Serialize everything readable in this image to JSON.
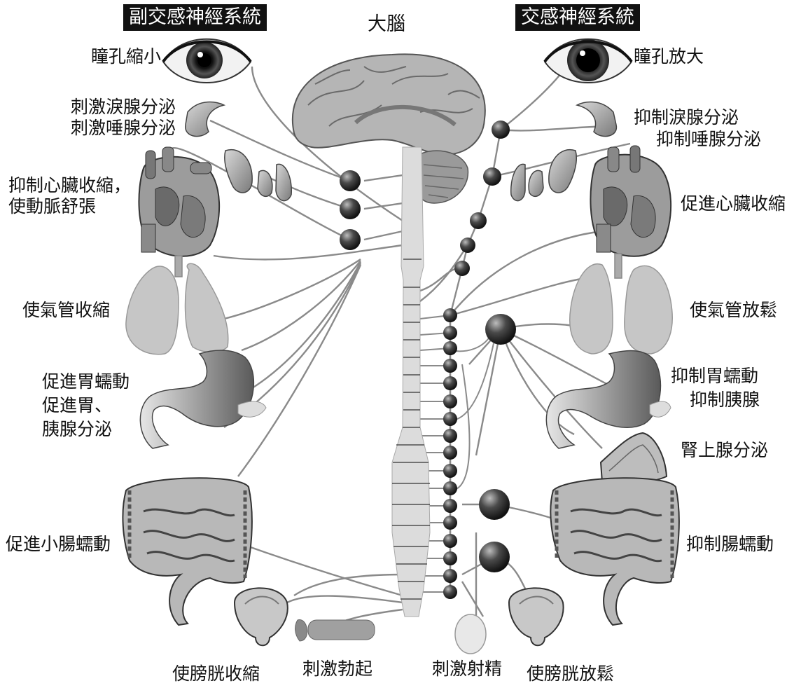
{
  "headers": {
    "parasympathetic": "副交感神經系統",
    "brain": "大腦",
    "sympathetic": "交感神經系統"
  },
  "left": {
    "pupil": "瞳孔縮小",
    "tear": "刺激淚腺分泌",
    "saliva": "刺激唾腺分泌",
    "heart_1": "抑制心臟收縮，",
    "heart_2": "使動脈舒張",
    "bronchi": "使氣管收縮",
    "stomach_1": "促進胃蠕動",
    "stomach_2": "促進胃、",
    "stomach_3": "胰腺分泌",
    "intestine": "促進小腸蠕動",
    "bladder": "使膀胱收縮",
    "erection": "刺激勃起"
  },
  "right": {
    "pupil": "瞳孔放大",
    "tear": "抑制淚腺分泌",
    "saliva": "抑制唾腺分泌",
    "heart": "促進心臟收縮",
    "bronchi": "使氣管放鬆",
    "stomach_1": "抑制胃蠕動",
    "stomach_2": "抑制胰腺",
    "adrenal": "腎上腺分泌",
    "intestine": "抑制腸蠕動",
    "ejaculation": "刺激射精",
    "bladder": "使膀胱放鬆"
  },
  "colors": {
    "nerve": "#8a8a8a",
    "spinal_cord": "#dcdcdc",
    "organ": "#a9a9a9",
    "ganglion": "#3a3a3a",
    "banner": "#111111"
  }
}
